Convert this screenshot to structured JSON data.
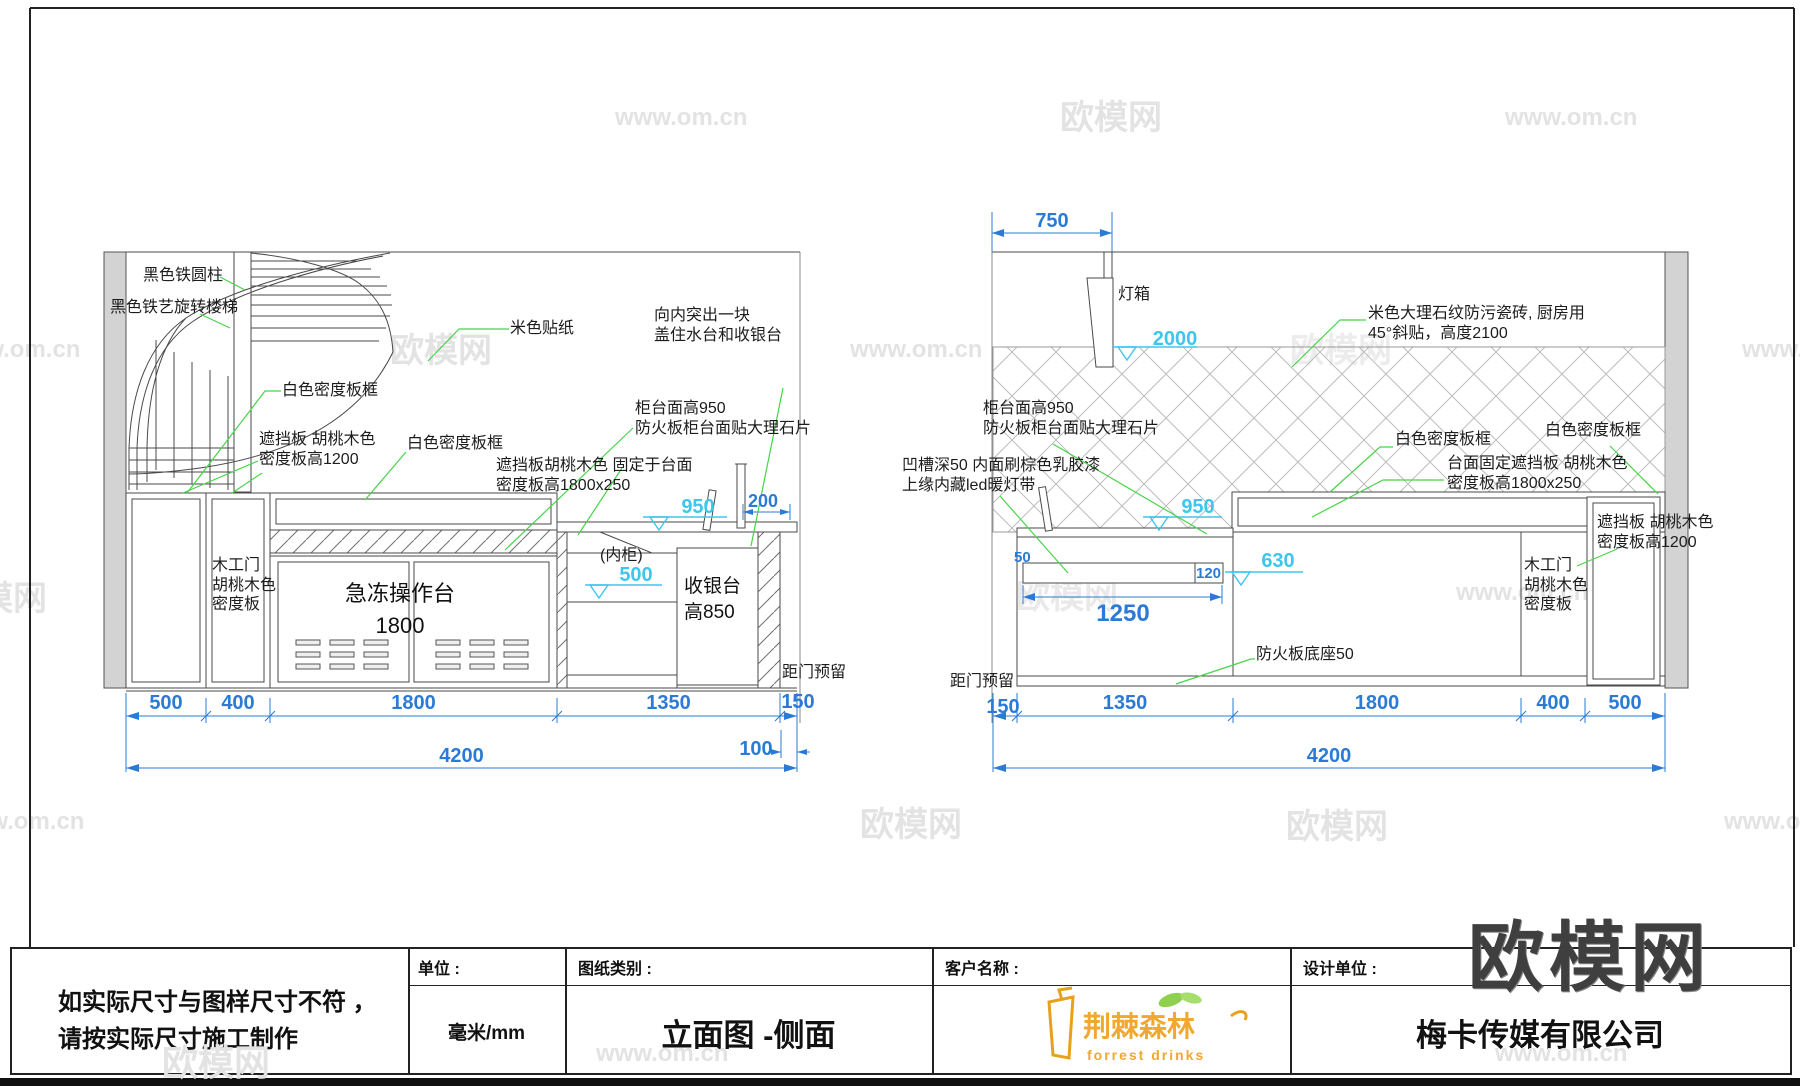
{
  "watermark": {
    "site": "欧模网",
    "url": "www.om.cn"
  },
  "left_view": {
    "labels": {
      "column": "黑色铁圆柱",
      "stair": "黑色铁艺旋转楼梯",
      "white_frame_1": "白色密度板框",
      "white_frame_2": "白色密度板框",
      "beige_sticker": "米色贴纸",
      "baffle_1200": "遮挡板 胡桃木色\n密度板高1200",
      "baffle_1800": "遮挡板胡桃木色 固定于台面\n密度板高1800x250",
      "protrude": "向内突出一块\n盖住水台和收银台",
      "countertop": "柜台面高950\n防火板柜台面贴大理石片",
      "wood_door": "木工门\n胡桃木色\n密度板",
      "freezer": "急冻操作台\n1800",
      "inner_cabinet": "(内柜)",
      "cashier": "收银台\n高850",
      "door_gap": "距门预留"
    },
    "dims": {
      "d500": "500",
      "d400": "400",
      "d1800": "1800",
      "d1350": "1350",
      "d150": "150",
      "d100": "100",
      "d4200": "4200",
      "d200": "200"
    },
    "levels": {
      "l950": "950",
      "l500": "500"
    }
  },
  "right_view": {
    "labels": {
      "lightbox": "灯箱",
      "tile": "米色大理石纹防污瓷砖, 厨房用\n45°斜贴，高度2100",
      "countertop": "柜台面高950\n防火板柜台面贴大理石片",
      "groove": "凹槽深50 内面刷棕色乳胶漆\n上缘内藏led暖灯带",
      "white_frame_1": "白色密度板框",
      "white_frame_2": "白色密度板框",
      "fixed_baffle": "台面固定遮挡板 胡桃木色\n密度板高1800x250",
      "baffle_1200": "遮挡板 胡桃木色\n密度板高1200",
      "wood_door": "木工门\n胡桃木色\n密度板",
      "base": "防火板底座50",
      "door_gap": "距门预留"
    },
    "dims": {
      "d750": "750",
      "d150": "150",
      "d1350": "1350",
      "d1800": "1800",
      "d400": "400",
      "d500": "500",
      "d4200": "4200",
      "d1250": "1250",
      "d120": "120",
      "d50": "50"
    },
    "levels": {
      "l2000": "2000",
      "l950": "950",
      "l630": "630"
    }
  },
  "title_block": {
    "warning": "如实际尺寸与图样尺寸不符 ，\n请按实际尺寸施工制作",
    "unit_label": "单位 :",
    "unit_value": "毫米/mm",
    "type_label": "图纸类别 :",
    "type_value": "立面图 -侧面",
    "client_label": "客户名称 :",
    "designer_label": "设计单位 :",
    "designer_value": "梅卡传媒有限公司",
    "logo_cn": "荆棘森林",
    "logo_en": "forrest drinks",
    "site_logo": "欧模网"
  }
}
